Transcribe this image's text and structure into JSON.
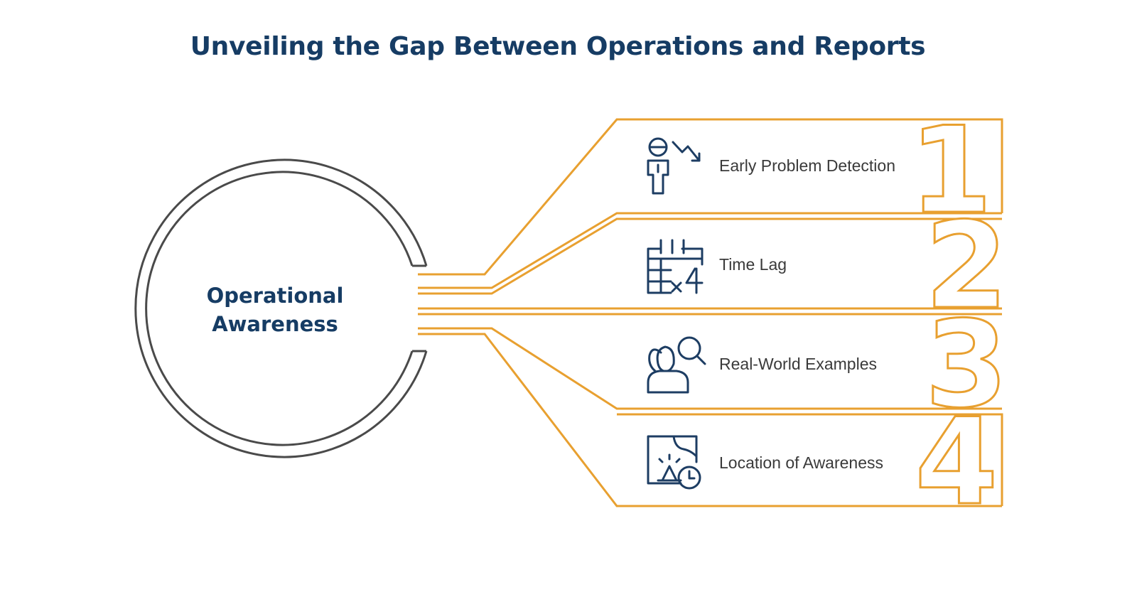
{
  "title": "Unveiling the Gap Between Operations and Reports",
  "center": {
    "line1": "Operational",
    "line2": "Awareness"
  },
  "branches": [
    {
      "number": "1",
      "label": "Early Problem Detection",
      "icon": "person-decline-icon"
    },
    {
      "number": "2",
      "label": "Time Lag",
      "icon": "calendar-multiply-icon"
    },
    {
      "number": "3",
      "label": "Real-World Examples",
      "icon": "people-search-icon"
    },
    {
      "number": "4",
      "label": "Location of Awareness",
      "icon": "map-alert-clock-icon"
    }
  ],
  "colors": {
    "title": "#163c64",
    "accent": "#e8a030",
    "ring": "#4a4a4a",
    "icon": "#1d3d63",
    "label": "#3a3a3a"
  }
}
